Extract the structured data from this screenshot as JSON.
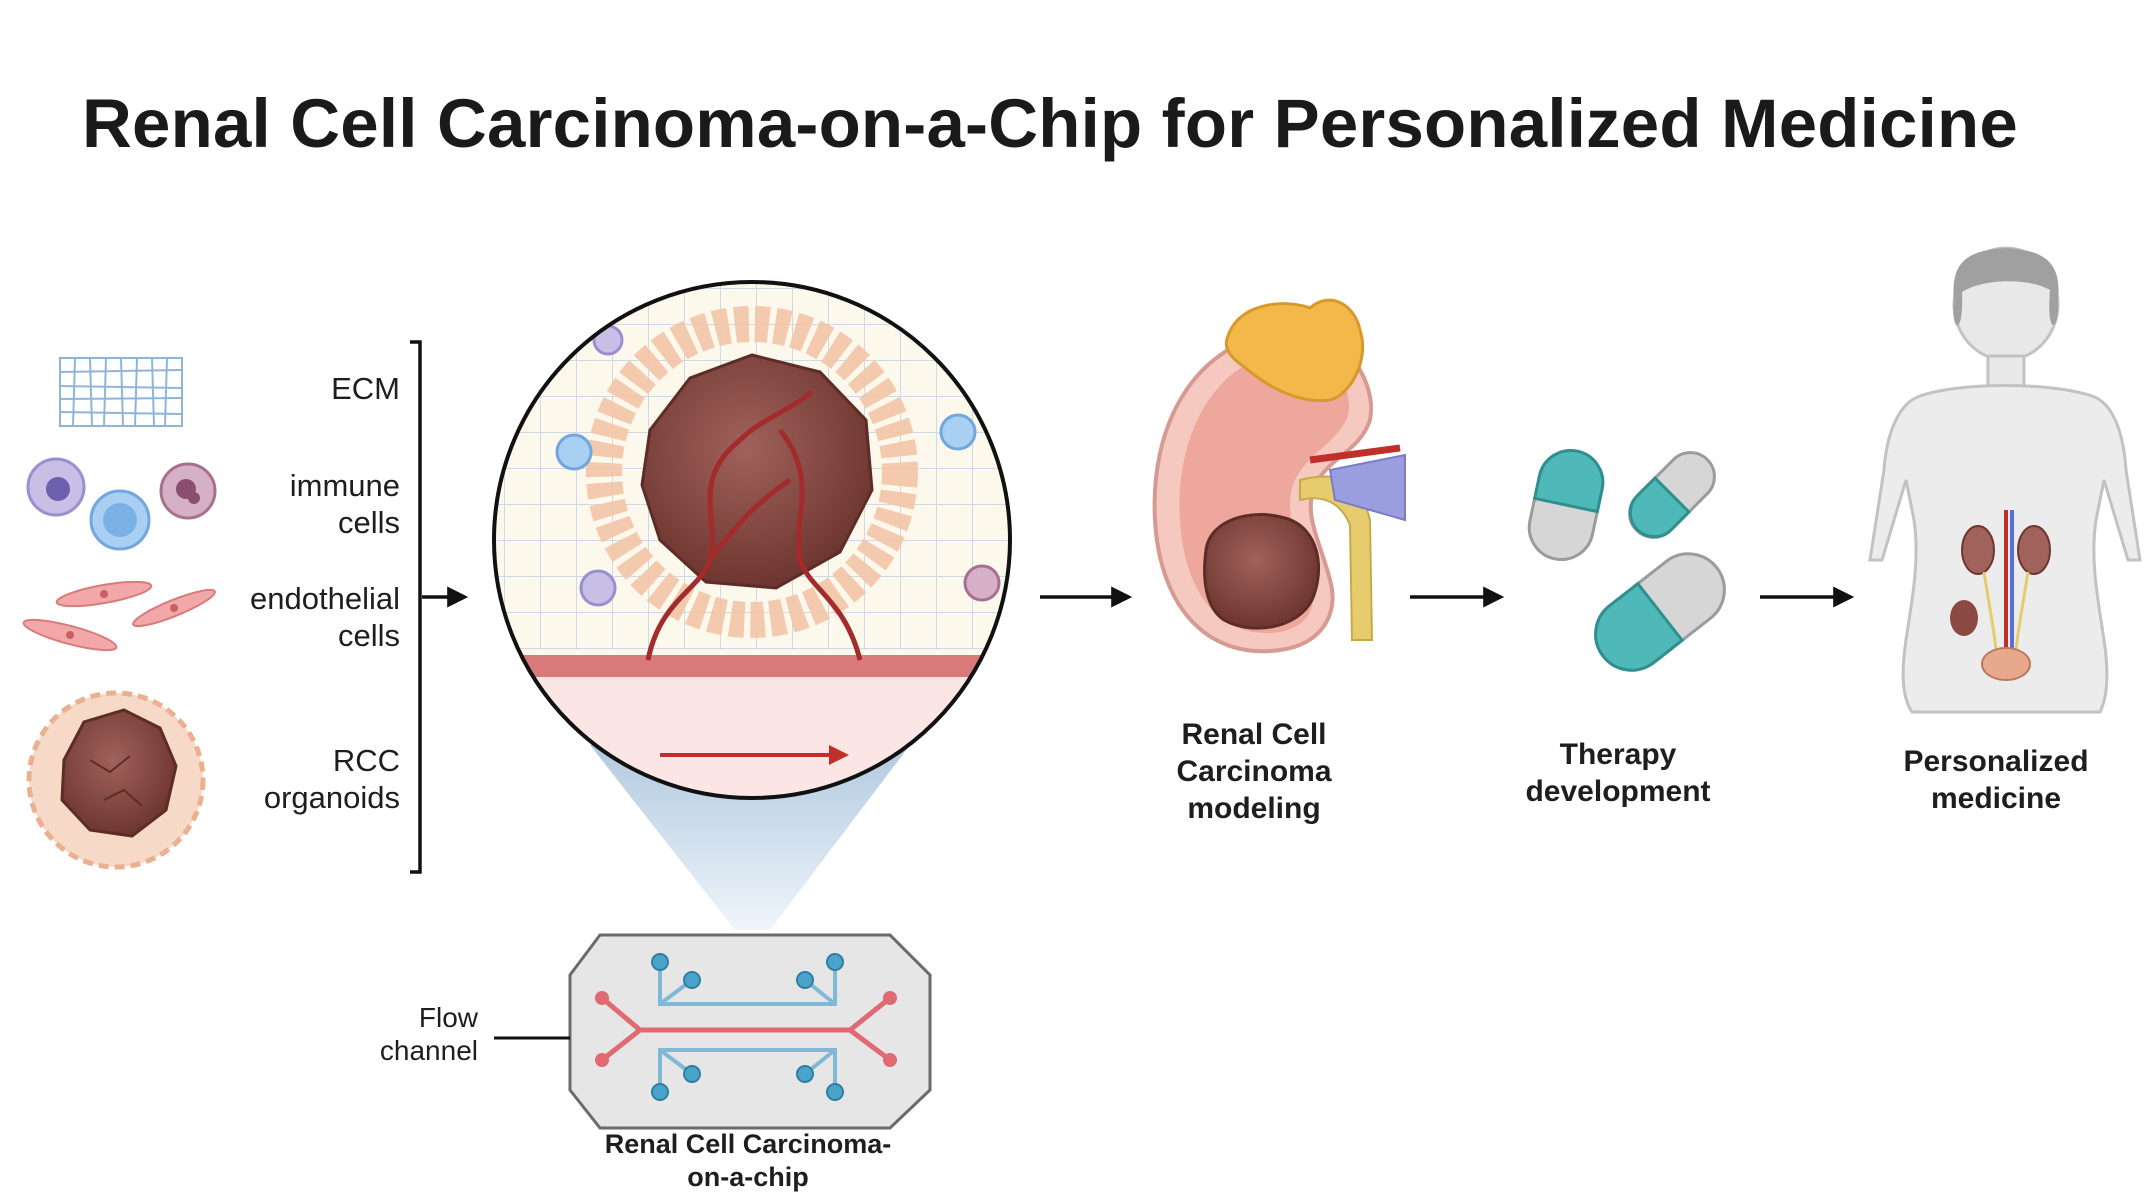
{
  "title": "Renal Cell Carcinoma-on-a-Chip for Personalized Medicine",
  "inputs": [
    {
      "label": "ECM"
    },
    {
      "label": "immune\ncells"
    },
    {
      "label": "endothelial\ncells"
    },
    {
      "label": "RCC\norganoids"
    }
  ],
  "stages": [
    {
      "label": "Renal Cell\nCarcinoma\nmodeling"
    },
    {
      "label": "Therapy\ndevelopment"
    },
    {
      "label": "Personalized\nmedicine"
    }
  ],
  "chip": {
    "caption": "Renal Cell Carcinoma-\non-a-chip",
    "flow_label": "Flow\nchannel"
  },
  "colors": {
    "tumor": "#8a4a42",
    "vessel": "#b03030",
    "chip_red": "#e06a72",
    "chip_blue": "#4aa3c8",
    "capsule_teal": "#4fb9b9",
    "capsule_grey": "#d6d6d6",
    "body_grey": "#e8e8e8"
  }
}
